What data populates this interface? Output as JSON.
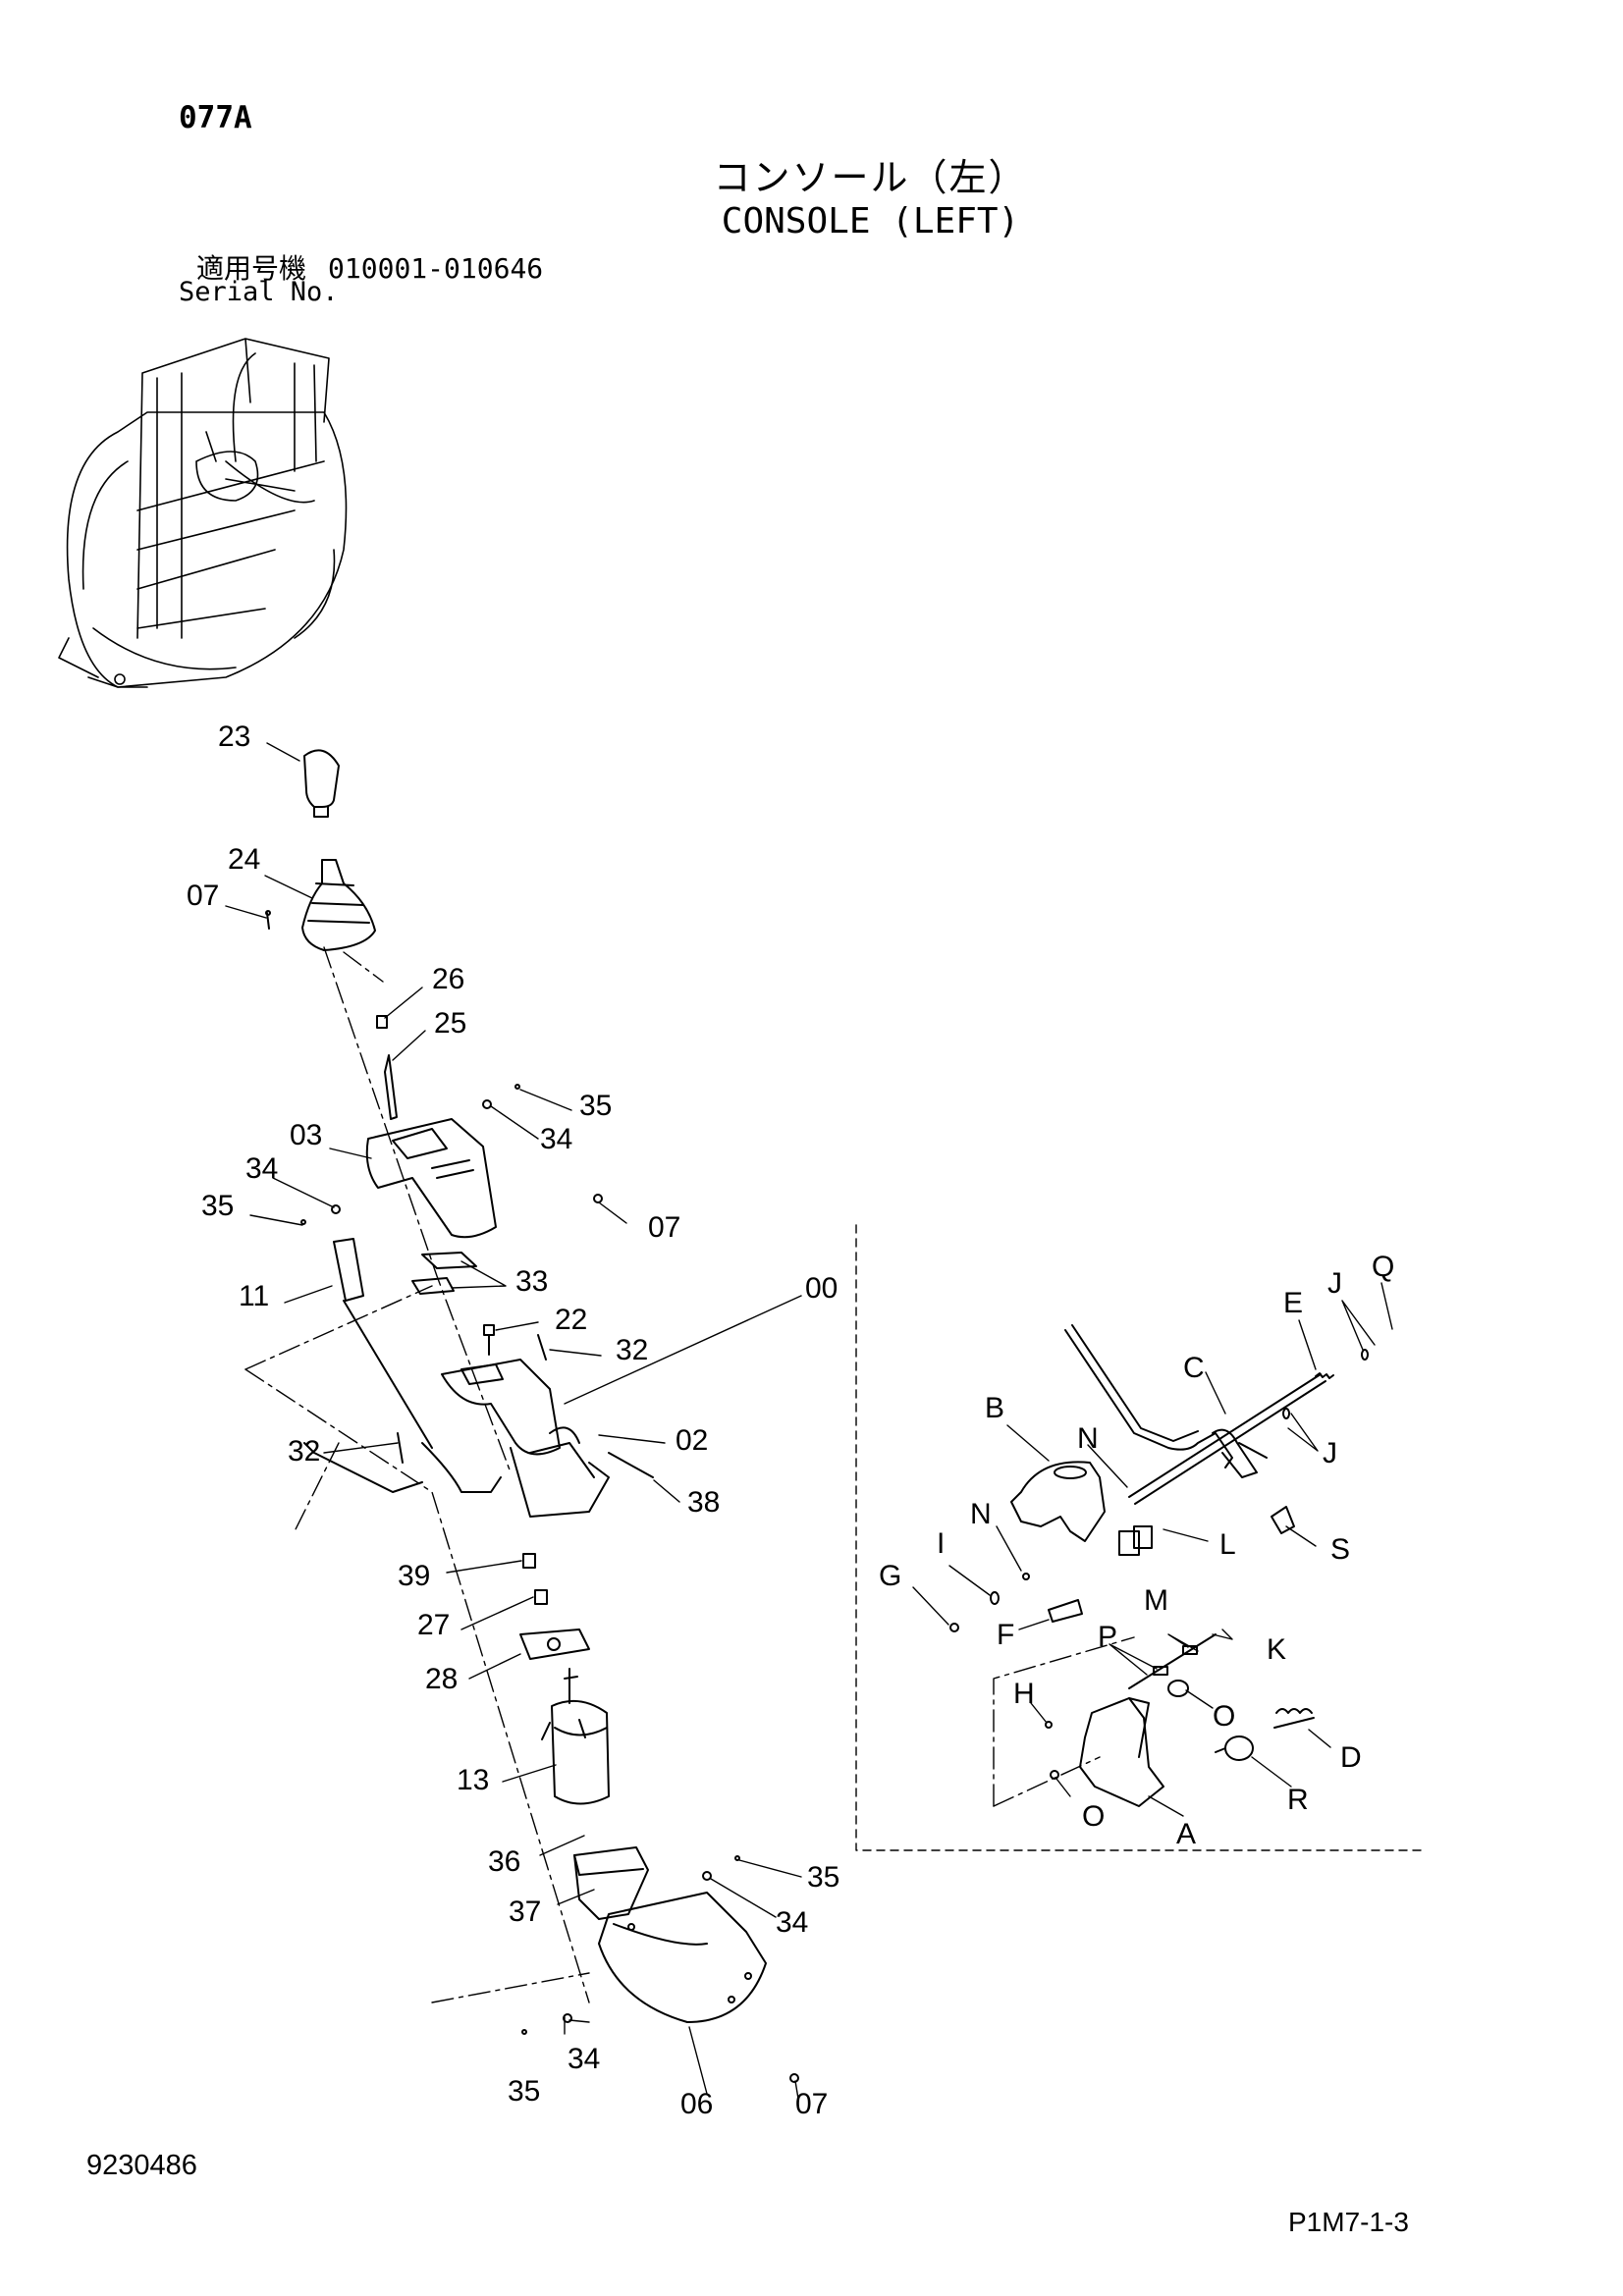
{
  "header": {
    "page_code": "077A",
    "title_jp": "コンソール（左）",
    "title_en": "CONSOLE (LEFT)",
    "serial_label_jp": "適用号機",
    "serial_range": "010001-010646",
    "serial_label_en": "Serial No."
  },
  "callouts": {
    "c23": "23",
    "c24": "24",
    "c07a": "07",
    "c26": "26",
    "c25": "25",
    "c35a": "35",
    "c34a": "34",
    "c03": "03",
    "c34b": "34",
    "c35b": "35",
    "c07b": "07",
    "c11": "11",
    "c33": "33",
    "c22": "22",
    "c32a": "32",
    "c00": "00",
    "c32b": "32",
    "c02": "02",
    "c38": "38",
    "c39": "39",
    "c27": "27",
    "c28": "28",
    "c13": "13",
    "c36": "36",
    "c37": "37",
    "c35c": "35",
    "c34c": "34",
    "c34d": "34",
    "c35d": "35",
    "c06": "06",
    "c07c": "07"
  },
  "detail_callouts": {
    "Q": "Q",
    "E": "E",
    "J1": "J",
    "C": "C",
    "B": "B",
    "N1": "N",
    "J2": "J",
    "N2": "N",
    "L": "L",
    "S": "S",
    "I": "I",
    "G": "G",
    "F": "F",
    "M": "M",
    "P": "P",
    "K": "K",
    "H": "H",
    "O1": "O",
    "D": "D",
    "O2": "O",
    "R": "R",
    "A": "A"
  },
  "footer": {
    "doc_number": "9230486",
    "page_ref": "P1M7-1-3"
  }
}
